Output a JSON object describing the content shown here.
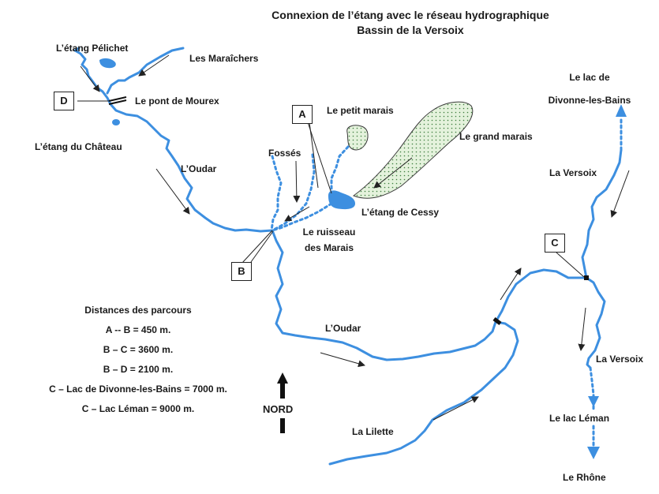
{
  "title": {
    "line1": "Connexion de l’étang avec le réseau hydrographique",
    "line2": "Bassin de la Versoix"
  },
  "labels": {
    "etang_pelichet": "L’étang Pélichet",
    "maraichers": "Les Maraîchers",
    "pont_mourex": "Le pont de Mourex",
    "etang_chateau": "L’étang du Château",
    "oudar_top": "L’Oudar",
    "fosses": "Fossés",
    "petit_marais": "Le petit marais",
    "grand_marais": "Le grand marais",
    "etang_cessy": "L’étang de Cessy",
    "ruisseau_line1": "Le ruisseau",
    "ruisseau_line2": "des Marais",
    "oudar_bottom": "L’Oudar",
    "lilette": "La Lilette",
    "lac_divonne_line1": "Le lac de",
    "lac_divonne_line2": "Divonne-les-Bains",
    "versoix_top": "La Versoix",
    "versoix_bottom": "La Versoix",
    "lac_leman": "Le lac Léman",
    "rhone": "Le Rhône",
    "nord": "NORD"
  },
  "points": {
    "A": "A",
    "B": "B",
    "C": "C",
    "D": "D"
  },
  "distances": {
    "heading": "Distances des parcours",
    "rows": [
      "A -- B  = 450 m.",
      "B – C  = 3600 m.",
      "B – D  =  2100 m.",
      "C – Lac de Divonne-les-Bains = 7000 m.",
      "C – Lac Léman = 9000 m."
    ]
  },
  "colors": {
    "water": "#3d8fe0",
    "marsh_fill": "#dff0d6",
    "text": "#1a1a1a"
  }
}
